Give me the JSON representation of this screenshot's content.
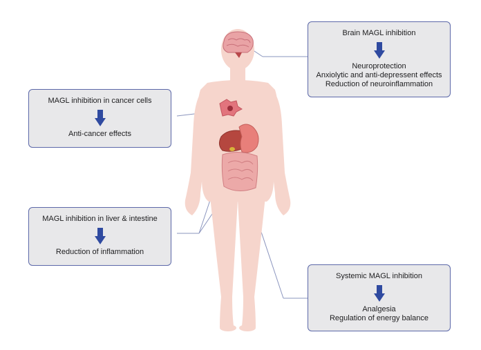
{
  "boxes": {
    "brain": {
      "title": "Brain MAGL inhibition",
      "effects": [
        "Neuroprotection",
        "Anxiolytic and anti-depressent effects",
        "Reduction of neuroinflammation"
      ]
    },
    "cancer": {
      "title": "MAGL inhibition in cancer cells",
      "effects": [
        "Anti-cancer effects"
      ]
    },
    "liver": {
      "title": "MAGL inhibition in liver & intestine",
      "effects": [
        "Reduction of inflammation"
      ]
    },
    "systemic": {
      "title": "Systemic MAGL inhibition",
      "effects": [
        "Analgesia",
        "Regulation of energy balance"
      ]
    }
  },
  "colors": {
    "box_fill": "#e8e8ea",
    "box_border": "#5b67a8",
    "arrow": "#2f4aa0",
    "skin": "#f6d5cc",
    "connector": "#8a94bd"
  }
}
